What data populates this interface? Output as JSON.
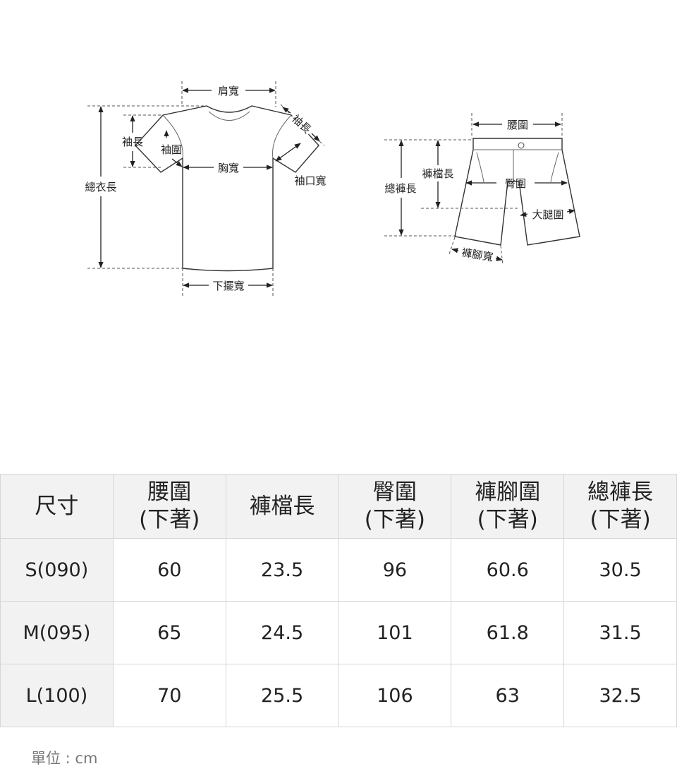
{
  "shirt_labels": {
    "shoulder": "肩寬",
    "sleeve_length": "袖長",
    "sleeve_length_side": "袖長",
    "armhole": "袖圍",
    "chest": "胸寬",
    "cuff": "袖口寬",
    "total_length": "總衣長",
    "hem": "下擺寬"
  },
  "shorts_labels": {
    "waist": "腰圍",
    "rise": "褲檔長",
    "hip": "臀圍",
    "total_length": "總褲長",
    "thigh": "大腿圍",
    "leg_opening": "褲腳寬"
  },
  "table": {
    "headers": [
      {
        "line1": "尺寸",
        "line2": ""
      },
      {
        "line1": "腰圍",
        "line2": "(下著)"
      },
      {
        "line1": "褲檔長",
        "line2": ""
      },
      {
        "line1": "臀圍",
        "line2": "(下著)"
      },
      {
        "line1": "褲腳圍",
        "line2": "(下著)"
      },
      {
        "line1": "總褲長",
        "line2": "(下著)"
      }
    ],
    "rows": [
      {
        "size": "S(090)",
        "waist": "60",
        "rise": "23.5",
        "hip": "96",
        "leg": "60.6",
        "length": "30.5"
      },
      {
        "size": "M(095)",
        "waist": "65",
        "rise": "24.5",
        "hip": "101",
        "leg": "61.8",
        "length": "31.5"
      },
      {
        "size": "L(100)",
        "waist": "70",
        "rise": "25.5",
        "hip": "106",
        "leg": "63",
        "length": "32.5"
      }
    ]
  },
  "unit_note": "單位 : cm"
}
